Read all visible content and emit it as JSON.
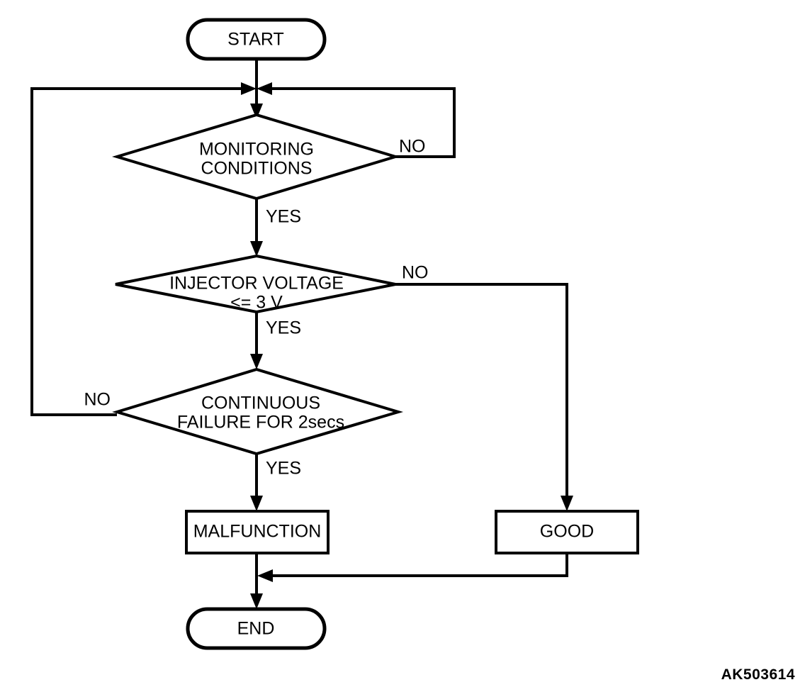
{
  "diagram": {
    "type": "flowchart",
    "title": "",
    "watermark": "AK503614",
    "nodes": [
      {
        "id": "start",
        "shape": "terminator",
        "label": "START"
      },
      {
        "id": "monitoring",
        "shape": "decision",
        "label_line1": "MONITORING",
        "label_line2": "CONDITIONS"
      },
      {
        "id": "injector",
        "shape": "decision",
        "label_line1": "INJECTOR VOLTAGE",
        "label_line2": "<= 3 V"
      },
      {
        "id": "continuous",
        "shape": "decision",
        "label_line1": "CONTINUOUS",
        "label_line2": "FAILURE FOR 2secs"
      },
      {
        "id": "malfunction",
        "shape": "process",
        "label": "MALFUNCTION"
      },
      {
        "id": "good",
        "shape": "process",
        "label": "GOOD"
      },
      {
        "id": "end",
        "shape": "terminator",
        "label": "END"
      }
    ],
    "edges": [
      {
        "from": "start",
        "to": "monitoring",
        "label": ""
      },
      {
        "from": "monitoring",
        "to": "injector",
        "label": "YES"
      },
      {
        "from": "monitoring",
        "to": "start_join",
        "label": "NO"
      },
      {
        "from": "injector",
        "to": "continuous",
        "label": "YES"
      },
      {
        "from": "injector",
        "to": "good",
        "label": "NO"
      },
      {
        "from": "continuous",
        "to": "malfunction",
        "label": "YES"
      },
      {
        "from": "continuous",
        "to": "start_join",
        "label": "NO"
      },
      {
        "from": "malfunction",
        "to": "end",
        "label": ""
      },
      {
        "from": "good",
        "to": "end",
        "label": ""
      }
    ],
    "labels": {
      "yes_1": "YES",
      "yes_2": "YES",
      "yes_3": "YES",
      "no_1": "NO",
      "no_2": "NO",
      "no_3": "NO"
    },
    "colors": {
      "stroke": "#000000",
      "fill": "#ffffff",
      "text": "#000000"
    }
  }
}
